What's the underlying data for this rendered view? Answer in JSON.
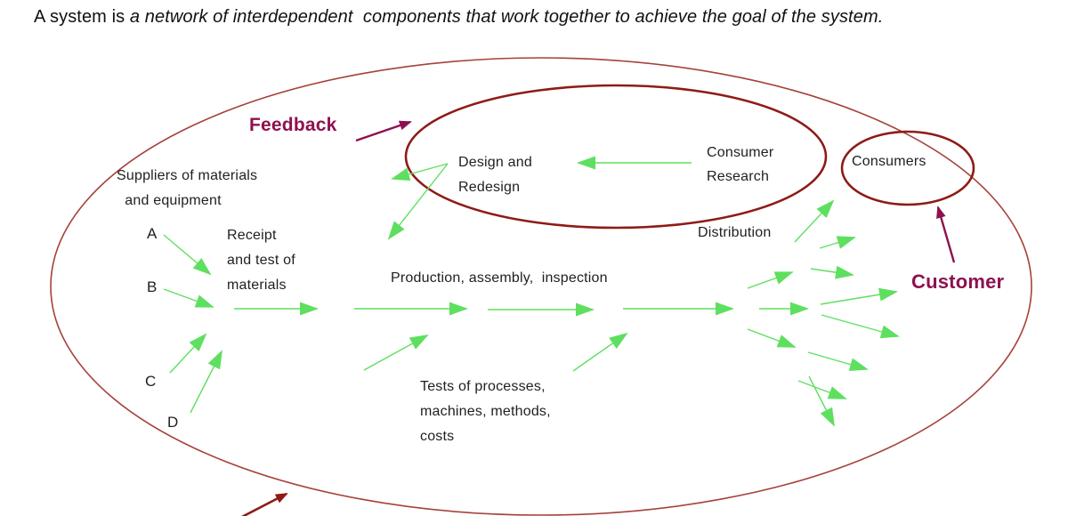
{
  "title": {
    "normal": "A system is ",
    "italic": "a network of interdependent  components that work together to achieve the goal of the system."
  },
  "colors": {
    "arrow-green": "#5fdf5f",
    "ellipse-outer": "#a5423b",
    "ellipse-inner": "#8e1b17",
    "accent-maroon": "#8e114f",
    "text": "#1f1f1f"
  },
  "labels": {
    "feedback": "Feedback",
    "design_redesign": "Design and\nRedesign",
    "consumer_research": "Consumer\nResearch",
    "consumers": "Consumers",
    "customer": "Customer",
    "suppliers": "Suppliers of materials\n  and equipment",
    "supplier_a": "A",
    "supplier_b": "B",
    "supplier_c": "C",
    "supplier_d": "D",
    "receipt": "Receipt\nand test of\nmaterials",
    "production": "Production, assembly,  inspection",
    "tests": "Tests of processes,\nmachines, methods,\ncosts",
    "distribution": "Distribution"
  }
}
